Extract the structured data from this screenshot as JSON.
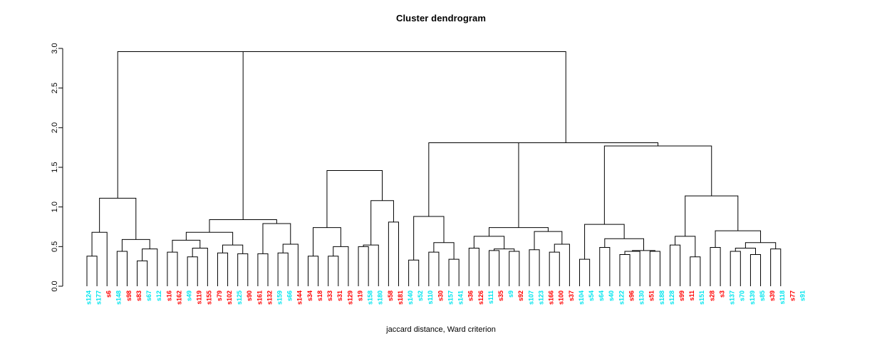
{
  "plot": {
    "title": "Cluster dendrogram",
    "xlabel": "jaccard distance, Ward criterion",
    "ylabel": ""
  },
  "chart_data": {
    "type": "dendrogram",
    "title": "Cluster dendrogram",
    "xlabel": "jaccard distance, Ward criterion",
    "ylabel": "",
    "ylim": [
      0.0,
      3.0
    ],
    "yticks": [
      "0.0",
      "0.5",
      "1.0",
      "1.5",
      "2.0",
      "2.5",
      "3.0"
    ],
    "ytick_values": [
      0.0,
      0.5,
      1.0,
      1.5,
      2.0,
      2.5,
      3.0
    ],
    "grid": false,
    "legend": "none",
    "label_colors": {
      "group_a": "#FF0000",
      "group_b": "#00E5EE"
    },
    "leaves": [
      {
        "label": "s124",
        "color": "#00E5EE"
      },
      {
        "label": "s177",
        "color": "#00E5EE"
      },
      {
        "label": "s6",
        "color": "#FF0000"
      },
      {
        "label": "s148",
        "color": "#00E5EE"
      },
      {
        "label": "s98",
        "color": "#FF0000"
      },
      {
        "label": "s83",
        "color": "#FF0000"
      },
      {
        "label": "s67",
        "color": "#00E5EE"
      },
      {
        "label": "s12",
        "color": "#00E5EE"
      },
      {
        "label": "s16",
        "color": "#FF0000"
      },
      {
        "label": "s162",
        "color": "#FF0000"
      },
      {
        "label": "s49",
        "color": "#00E5EE"
      },
      {
        "label": "s119",
        "color": "#FF0000"
      },
      {
        "label": "s155",
        "color": "#FF0000"
      },
      {
        "label": "s79",
        "color": "#FF0000"
      },
      {
        "label": "s102",
        "color": "#FF0000"
      },
      {
        "label": "s125",
        "color": "#00E5EE"
      },
      {
        "label": "s90",
        "color": "#FF0000"
      },
      {
        "label": "s161",
        "color": "#FF0000"
      },
      {
        "label": "s132",
        "color": "#FF0000"
      },
      {
        "label": "s159",
        "color": "#00E5EE"
      },
      {
        "label": "s66",
        "color": "#00E5EE"
      },
      {
        "label": "s144",
        "color": "#FF0000"
      },
      {
        "label": "s34",
        "color": "#FF0000"
      },
      {
        "label": "s18",
        "color": "#FF0000"
      },
      {
        "label": "s33",
        "color": "#FF0000"
      },
      {
        "label": "s31",
        "color": "#FF0000"
      },
      {
        "label": "s129",
        "color": "#FF0000"
      },
      {
        "label": "s19",
        "color": "#FF0000"
      },
      {
        "label": "s158",
        "color": "#00E5EE"
      },
      {
        "label": "s180",
        "color": "#00E5EE"
      },
      {
        "label": "s58",
        "color": "#FF0000"
      },
      {
        "label": "s181",
        "color": "#FF0000"
      },
      {
        "label": "s140",
        "color": "#00E5EE"
      },
      {
        "label": "s52",
        "color": "#00E5EE"
      },
      {
        "label": "s110",
        "color": "#00E5EE"
      },
      {
        "label": "s30",
        "color": "#FF0000"
      },
      {
        "label": "s157",
        "color": "#00E5EE"
      },
      {
        "label": "s141",
        "color": "#00E5EE"
      },
      {
        "label": "s36",
        "color": "#FF0000"
      },
      {
        "label": "s126",
        "color": "#FF0000"
      },
      {
        "label": "s111",
        "color": "#00E5EE"
      },
      {
        "label": "s35",
        "color": "#FF0000"
      },
      {
        "label": "s9",
        "color": "#00E5EE"
      },
      {
        "label": "s92",
        "color": "#FF0000"
      },
      {
        "label": "s107",
        "color": "#00E5EE"
      },
      {
        "label": "s123",
        "color": "#00E5EE"
      },
      {
        "label": "s166",
        "color": "#FF0000"
      },
      {
        "label": "s100",
        "color": "#FF0000"
      },
      {
        "label": "s37",
        "color": "#FF0000"
      },
      {
        "label": "s104",
        "color": "#00E5EE"
      },
      {
        "label": "s54",
        "color": "#00E5EE"
      },
      {
        "label": "s64",
        "color": "#00E5EE"
      },
      {
        "label": "s40",
        "color": "#00E5EE"
      },
      {
        "label": "s122",
        "color": "#00E5EE"
      },
      {
        "label": "s96",
        "color": "#FF0000"
      },
      {
        "label": "s130",
        "color": "#00E5EE"
      },
      {
        "label": "s51",
        "color": "#FF0000"
      },
      {
        "label": "s188",
        "color": "#00E5EE"
      },
      {
        "label": "s128",
        "color": "#00E5EE"
      },
      {
        "label": "s99",
        "color": "#FF0000"
      },
      {
        "label": "s11",
        "color": "#FF0000"
      },
      {
        "label": "s151",
        "color": "#00E5EE"
      },
      {
        "label": "s28",
        "color": "#FF0000"
      },
      {
        "label": "s3",
        "color": "#FF0000"
      },
      {
        "label": "s137",
        "color": "#00E5EE"
      },
      {
        "label": "s70",
        "color": "#00E5EE"
      },
      {
        "label": "s139",
        "color": "#00E5EE"
      },
      {
        "label": "s85",
        "color": "#00E5EE"
      },
      {
        "label": "s39",
        "color": "#FF0000"
      },
      {
        "label": "s118",
        "color": "#00E5EE"
      },
      {
        "label": "s77",
        "color": "#FF0000"
      },
      {
        "label": "s91",
        "color": "#00E5EE"
      }
    ],
    "merges": [
      {
        "id": "m1",
        "left": {
          "leaf": 0
        },
        "right": {
          "leaf": 1
        },
        "height": 0.38
      },
      {
        "id": "m2",
        "left": {
          "node": "m1"
        },
        "right": {
          "leaf": 2
        },
        "height": 0.68
      },
      {
        "id": "m3",
        "left": {
          "leaf": 3
        },
        "right": {
          "leaf": 4
        },
        "height": 0.44
      },
      {
        "id": "m4",
        "left": {
          "leaf": 5
        },
        "right": {
          "leaf": 6
        },
        "height": 0.32
      },
      {
        "id": "m5",
        "left": {
          "node": "m4"
        },
        "right": {
          "leaf": 7
        },
        "height": 0.47
      },
      {
        "id": "m6",
        "left": {
          "node": "m3"
        },
        "right": {
          "node": "m5"
        },
        "height": 0.59
      },
      {
        "id": "m7",
        "left": {
          "node": "m2"
        },
        "right": {
          "node": "m6"
        },
        "height": 1.11
      },
      {
        "id": "m8",
        "left": {
          "leaf": 8
        },
        "right": {
          "leaf": 9
        },
        "height": 0.43
      },
      {
        "id": "m9",
        "left": {
          "leaf": 10
        },
        "right": {
          "leaf": 11
        },
        "height": 0.37
      },
      {
        "id": "m10",
        "left": {
          "node": "m9"
        },
        "right": {
          "leaf": 12
        },
        "height": 0.48
      },
      {
        "id": "m11",
        "left": {
          "node": "m8"
        },
        "right": {
          "node": "m10"
        },
        "height": 0.58
      },
      {
        "id": "m12",
        "left": {
          "leaf": 13
        },
        "right": {
          "leaf": 14
        },
        "height": 0.42
      },
      {
        "id": "m13",
        "left": {
          "leaf": 15
        },
        "right": {
          "leaf": 16
        },
        "height": 0.41
      },
      {
        "id": "m14",
        "left": {
          "node": "m12"
        },
        "right": {
          "node": "m13"
        },
        "height": 0.52
      },
      {
        "id": "m15",
        "left": {
          "node": "m11"
        },
        "right": {
          "node": "m14"
        },
        "height": 0.68
      },
      {
        "id": "m16",
        "left": {
          "leaf": 17
        },
        "right": {
          "leaf": 18
        },
        "height": 0.41
      },
      {
        "id": "m17",
        "left": {
          "leaf": 19
        },
        "right": {
          "leaf": 20
        },
        "height": 0.42
      },
      {
        "id": "m18",
        "left": {
          "node": "m17"
        },
        "right": {
          "leaf": 21
        },
        "height": 0.53
      },
      {
        "id": "m19",
        "left": {
          "node": "m16"
        },
        "right": {
          "node": "m18"
        },
        "height": 0.79
      },
      {
        "id": "m20",
        "left": {
          "node": "m15"
        },
        "right": {
          "node": "m19"
        },
        "height": 0.84
      },
      {
        "id": "m21",
        "left": {
          "node": "m7"
        },
        "right": {
          "node": "m20"
        },
        "height": 2.96
      },
      {
        "id": "m22",
        "left": {
          "leaf": 22
        },
        "right": {
          "leaf": 23
        },
        "height": 0.38
      },
      {
        "id": "m23",
        "left": {
          "leaf": 24
        },
        "right": {
          "leaf": 25
        },
        "height": 0.38
      },
      {
        "id": "m24",
        "left": {
          "node": "m23"
        },
        "right": {
          "leaf": 26
        },
        "height": 0.5
      },
      {
        "id": "m25",
        "left": {
          "node": "m22"
        },
        "right": {
          "node": "m24"
        },
        "height": 0.74
      },
      {
        "id": "m26",
        "left": {
          "leaf": 27
        },
        "right": {
          "leaf": 28
        },
        "height": 0.5
      },
      {
        "id": "m27",
        "left": {
          "node": "m26"
        },
        "right": {
          "leaf": 29
        },
        "height": 0.52
      },
      {
        "id": "m28",
        "left": {
          "leaf": 30
        },
        "right": {
          "leaf": 31
        },
        "height": 0.81
      },
      {
        "id": "m29",
        "left": {
          "node": "m27"
        },
        "right": {
          "node": "m28"
        },
        "height": 1.08
      },
      {
        "id": "m30",
        "left": {
          "node": "m25"
        },
        "right": {
          "node": "m29"
        },
        "height": 1.46
      },
      {
        "id": "m31",
        "left": {
          "leaf": 32
        },
        "right": {
          "leaf": 33
        },
        "height": 0.33
      },
      {
        "id": "m32",
        "left": {
          "leaf": 34
        },
        "right": {
          "leaf": 35
        },
        "height": 0.43
      },
      {
        "id": "m33",
        "left": {
          "leaf": 36
        },
        "right": {
          "leaf": 37
        },
        "height": 0.34
      },
      {
        "id": "m34",
        "left": {
          "node": "m32"
        },
        "right": {
          "node": "m33"
        },
        "height": 0.55
      },
      {
        "id": "m35",
        "left": {
          "node": "m31"
        },
        "right": {
          "node": "m34"
        },
        "height": 0.88
      },
      {
        "id": "m36",
        "left": {
          "leaf": 38
        },
        "right": {
          "leaf": 39
        },
        "height": 0.48
      },
      {
        "id": "m37",
        "left": {
          "leaf": 40
        },
        "right": {
          "leaf": 41
        },
        "height": 0.45
      },
      {
        "id": "m38",
        "left": {
          "leaf": 42
        },
        "right": {
          "leaf": 43
        },
        "height": 0.44
      },
      {
        "id": "m39",
        "left": {
          "node": "m37"
        },
        "right": {
          "node": "m38"
        },
        "height": 0.47
      },
      {
        "id": "m40",
        "left": {
          "node": "m36"
        },
        "right": {
          "node": "m39"
        },
        "height": 0.63
      },
      {
        "id": "m41",
        "left": {
          "leaf": 44
        },
        "right": {
          "leaf": 45
        },
        "height": 0.46
      },
      {
        "id": "m42",
        "left": {
          "leaf": 46
        },
        "right": {
          "leaf": 47
        },
        "height": 0.43
      },
      {
        "id": "m43",
        "left": {
          "node": "m42"
        },
        "right": {
          "leaf": 48
        },
        "height": 0.53
      },
      {
        "id": "m44",
        "left": {
          "node": "m41"
        },
        "right": {
          "node": "m43"
        },
        "height": 0.69
      },
      {
        "id": "m45",
        "left": {
          "node": "m40"
        },
        "right": {
          "node": "m44"
        },
        "height": 0.74
      },
      {
        "id": "m46",
        "left": {
          "node": "m35"
        },
        "right": {
          "node": "m45"
        },
        "height": 1.81
      },
      {
        "id": "m47",
        "left": {
          "leaf": 49
        },
        "right": {
          "leaf": 50
        },
        "height": 0.34
      },
      {
        "id": "m48",
        "left": {
          "leaf": 51
        },
        "right": {
          "leaf": 52
        },
        "height": 0.49
      },
      {
        "id": "m49",
        "left": {
          "leaf": 53
        },
        "right": {
          "leaf": 54
        },
        "height": 0.4
      },
      {
        "id": "m50",
        "left": {
          "node": "m49"
        },
        "right": {
          "leaf": 55
        },
        "height": 0.44
      },
      {
        "id": "m51",
        "left": {
          "leaf": 56
        },
        "right": {
          "leaf": 57
        },
        "height": 0.44
      },
      {
        "id": "m52",
        "left": {
          "node": "m50"
        },
        "right": {
          "node": "m51"
        },
        "height": 0.45
      },
      {
        "id": "m53",
        "left": {
          "node": "m48"
        },
        "right": {
          "node": "m52"
        },
        "height": 0.6
      },
      {
        "id": "m54",
        "left": {
          "node": "m47"
        },
        "right": {
          "node": "m53"
        },
        "height": 0.78
      },
      {
        "id": "m55",
        "left": {
          "leaf": 58
        },
        "right": {
          "leaf": 59
        },
        "height": 0.52
      },
      {
        "id": "m56",
        "left": {
          "leaf": 60
        },
        "right": {
          "leaf": 61
        },
        "height": 0.37
      },
      {
        "id": "m57",
        "left": {
          "node": "m55"
        },
        "right": {
          "node": "m56"
        },
        "height": 0.63
      },
      {
        "id": "m58",
        "left": {
          "leaf": 62
        },
        "right": {
          "leaf": 63
        },
        "height": 0.49
      },
      {
        "id": "m59",
        "left": {
          "leaf": 64
        },
        "right": {
          "leaf": 65
        },
        "height": 0.44
      },
      {
        "id": "m60",
        "left": {
          "leaf": 66
        },
        "right": {
          "leaf": 67
        },
        "height": 0.4
      },
      {
        "id": "m61",
        "left": {
          "node": "m59"
        },
        "right": {
          "node": "m60"
        },
        "height": 0.48
      },
      {
        "id": "m62",
        "left": {
          "leaf": 68
        },
        "right": {
          "leaf": 69
        },
        "height": 0.47
      },
      {
        "id": "m63",
        "left": {
          "node": "m61"
        },
        "right": {
          "node": "m62"
        },
        "height": 0.55
      },
      {
        "id": "m64",
        "left": {
          "node": "m58"
        },
        "right": {
          "node": "m63"
        },
        "height": 0.7
      },
      {
        "id": "m65",
        "left": {
          "node": "m57"
        },
        "right": {
          "node": "m64"
        },
        "height": 1.14
      },
      {
        "id": "m66",
        "left": {
          "node": "m54"
        },
        "right": {
          "node": "m65"
        },
        "height": 1.77
      },
      {
        "id": "m67",
        "left": {
          "node": "m46"
        },
        "right": {
          "node": "m66"
        },
        "height": 1.81
      },
      {
        "id": "m68",
        "left": {
          "node": "m21"
        },
        "right": {
          "node": "m67"
        },
        "height": 2.96
      }
    ]
  }
}
